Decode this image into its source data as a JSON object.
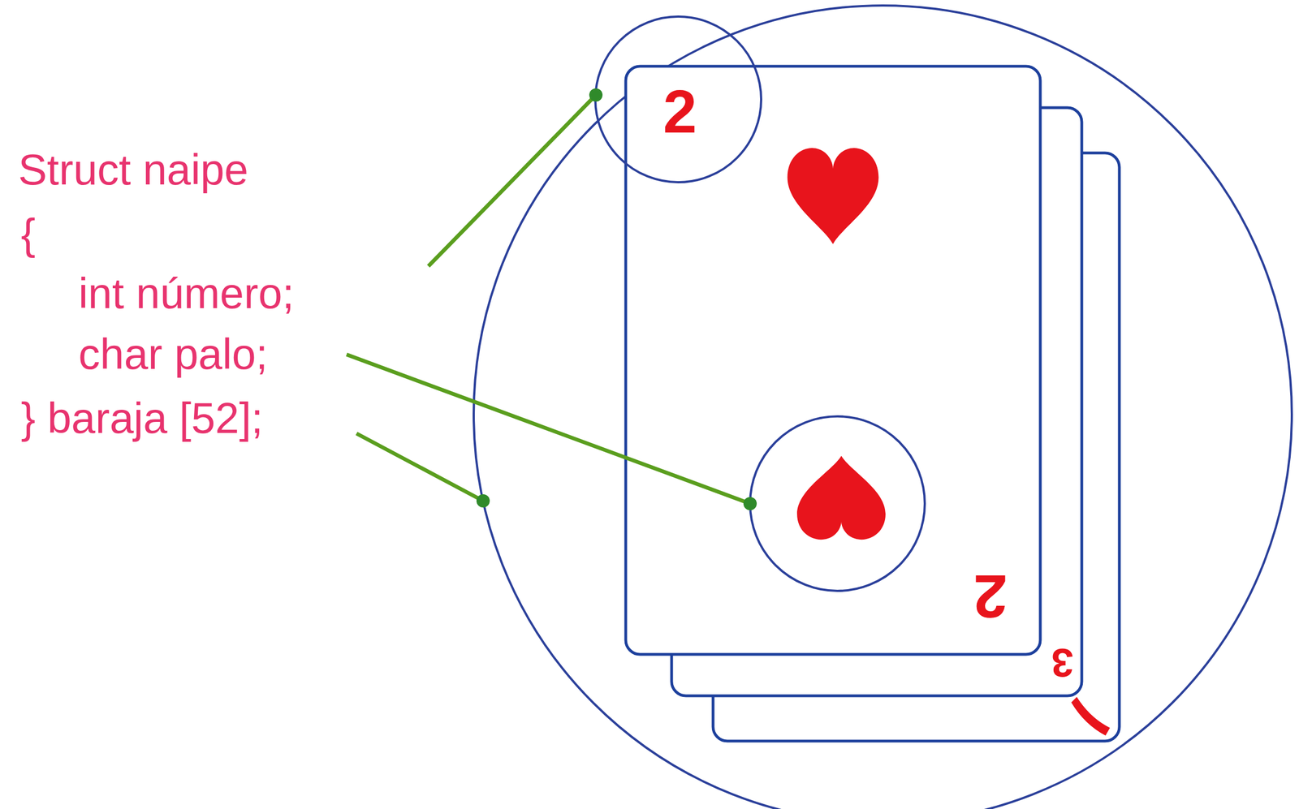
{
  "diagram": {
    "nodes": [
      {
        "text": [
          "2",
          "2"
        ]
      },
      {
        "text": [
          "3"
        ]
      }
    ],
    "labels": [
      "Struct naipe",
      "{",
      "int número;",
      "char palo;",
      "} baraja [52];"
    ]
  }
}
